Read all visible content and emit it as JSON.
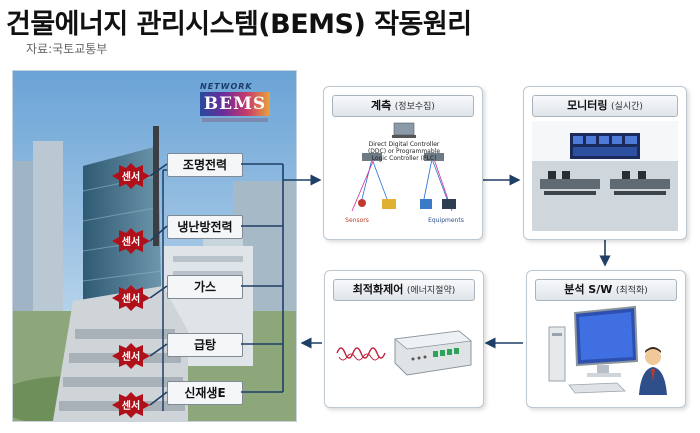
{
  "title": "건물에너지 관리시스템(BEMS) 작동원리",
  "source": "자료:국토교통부",
  "logo": {
    "network": "NETWORK",
    "brand": "BEMS"
  },
  "sensor_label": "센서",
  "systems": [
    "조명전력",
    "냉난방전력",
    "가스",
    "급탕",
    "신재생E"
  ],
  "panels": {
    "measure": {
      "title": "계측",
      "sub": "(정보수집)"
    },
    "monitor": {
      "title": "모니터링",
      "sub": "(실시간)"
    },
    "analysis": {
      "title": "분석 S/W",
      "sub": "(최적화)"
    },
    "control": {
      "title": "최적화제어",
      "sub": "(에너지절약)"
    }
  },
  "measure_diagram": {
    "controller": "Direct Digital Controller (DDC) or Programmable Logic Controller (PLC)",
    "sensors": "Sensors",
    "equipments": "Equipments"
  },
  "colors": {
    "arrow": "#1f3f66",
    "sensor": "#b0101a"
  }
}
